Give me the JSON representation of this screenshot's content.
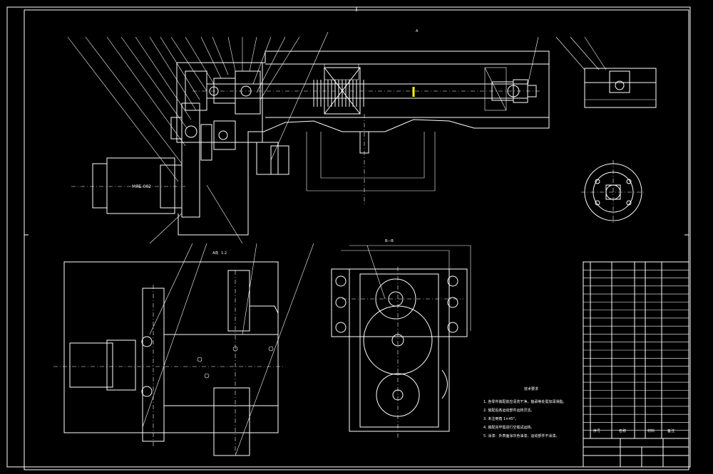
{
  "drawing": {
    "motor_label": "МЯБ-002",
    "top_right_label": "A",
    "view_label_a": "A向",
    "view_label_bb": "B—B",
    "scale_label": "1:2",
    "tech_requirements_title": "技术要求",
    "tech_requirements": [
      "1. 各零件装配前应清洗干净，轴承等处需加润滑脂。",
      "2. 装配后各运动部件运转灵活。",
      "3. 未注倒角 1×45°。",
      "4. 装配完毕需进行空载试运转。",
      "5. 涂漆：外表面涂灰色油漆，运动部件不涂漆。"
    ]
  },
  "title_block": {
    "rows": 22,
    "footer_labels": [
      "序号",
      "名称",
      "材料",
      "备注"
    ]
  }
}
